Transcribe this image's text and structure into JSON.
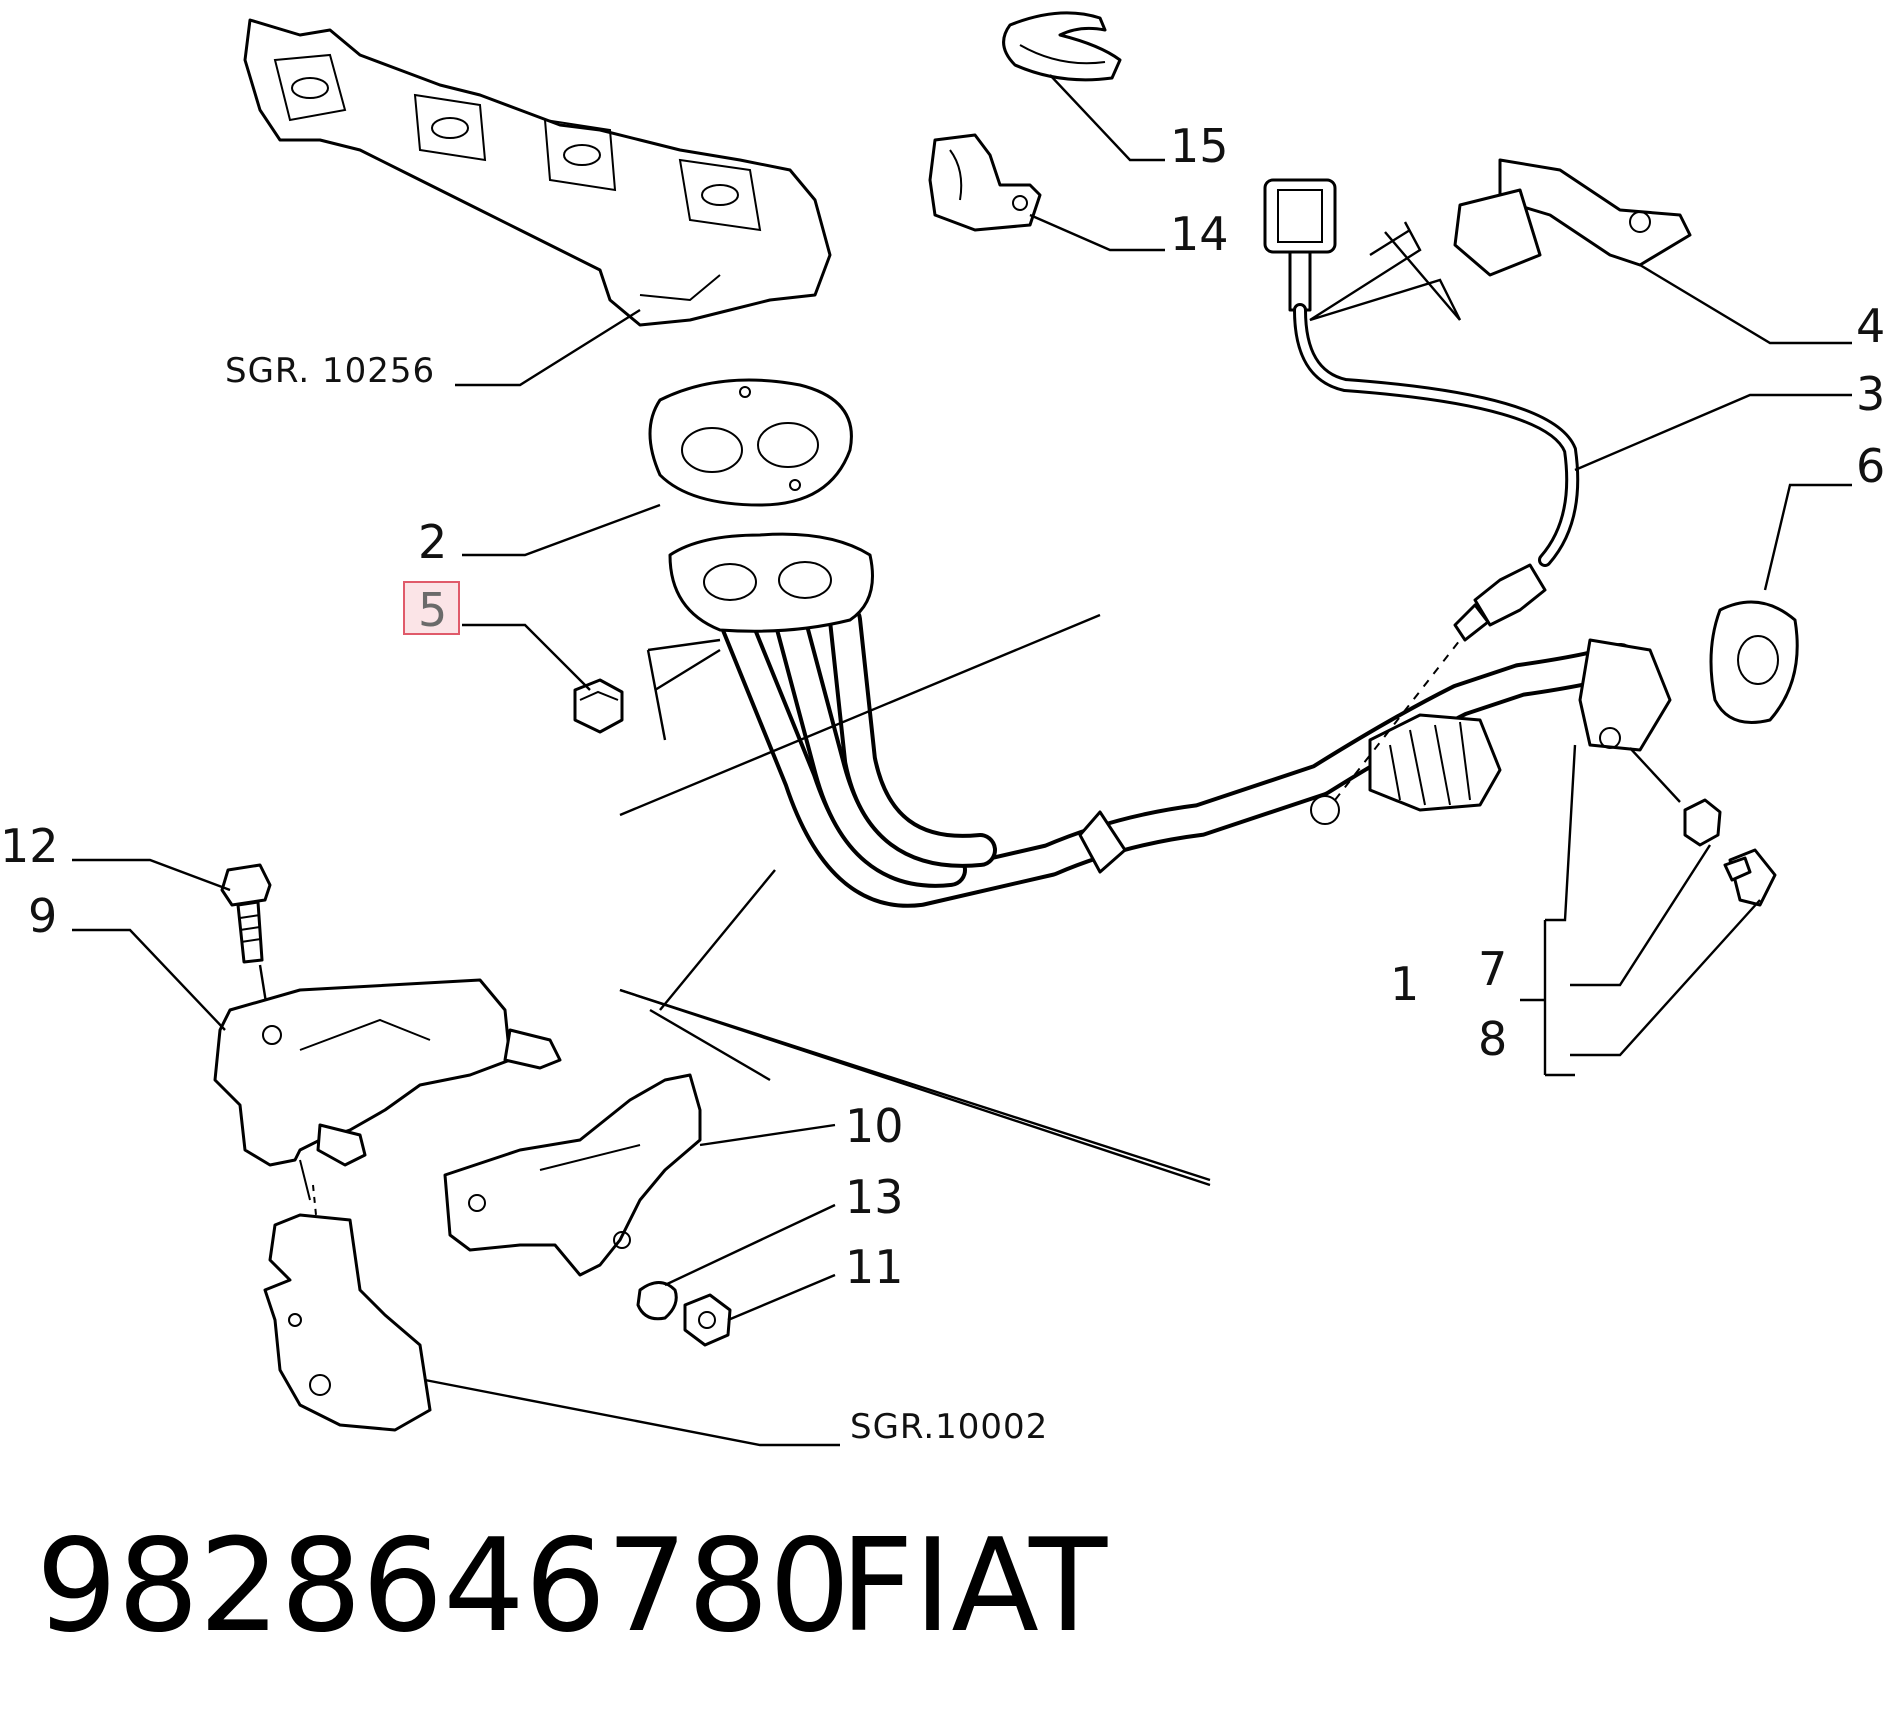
{
  "diagram": {
    "references": {
      "upper": "SGR. 10256",
      "lower": "SGR.10002"
    },
    "callouts": [
      {
        "id": "c15",
        "label": "15"
      },
      {
        "id": "c14",
        "label": "14"
      },
      {
        "id": "c4",
        "label": "4"
      },
      {
        "id": "c3",
        "label": "3"
      },
      {
        "id": "c6",
        "label": "6"
      },
      {
        "id": "c2",
        "label": "2"
      },
      {
        "id": "c5",
        "label": "5",
        "highlighted": true
      },
      {
        "id": "c12",
        "label": "12"
      },
      {
        "id": "c9",
        "label": "9"
      },
      {
        "id": "c1",
        "label": "1"
      },
      {
        "id": "c7",
        "label": "7"
      },
      {
        "id": "c8",
        "label": "8"
      },
      {
        "id": "c10",
        "label": "10"
      },
      {
        "id": "c13",
        "label": "13"
      },
      {
        "id": "c11",
        "label": "11"
      }
    ],
    "highlight_color": "#e05a6a"
  },
  "footer": {
    "part_number": "9828646780",
    "brand": "FIAT"
  }
}
